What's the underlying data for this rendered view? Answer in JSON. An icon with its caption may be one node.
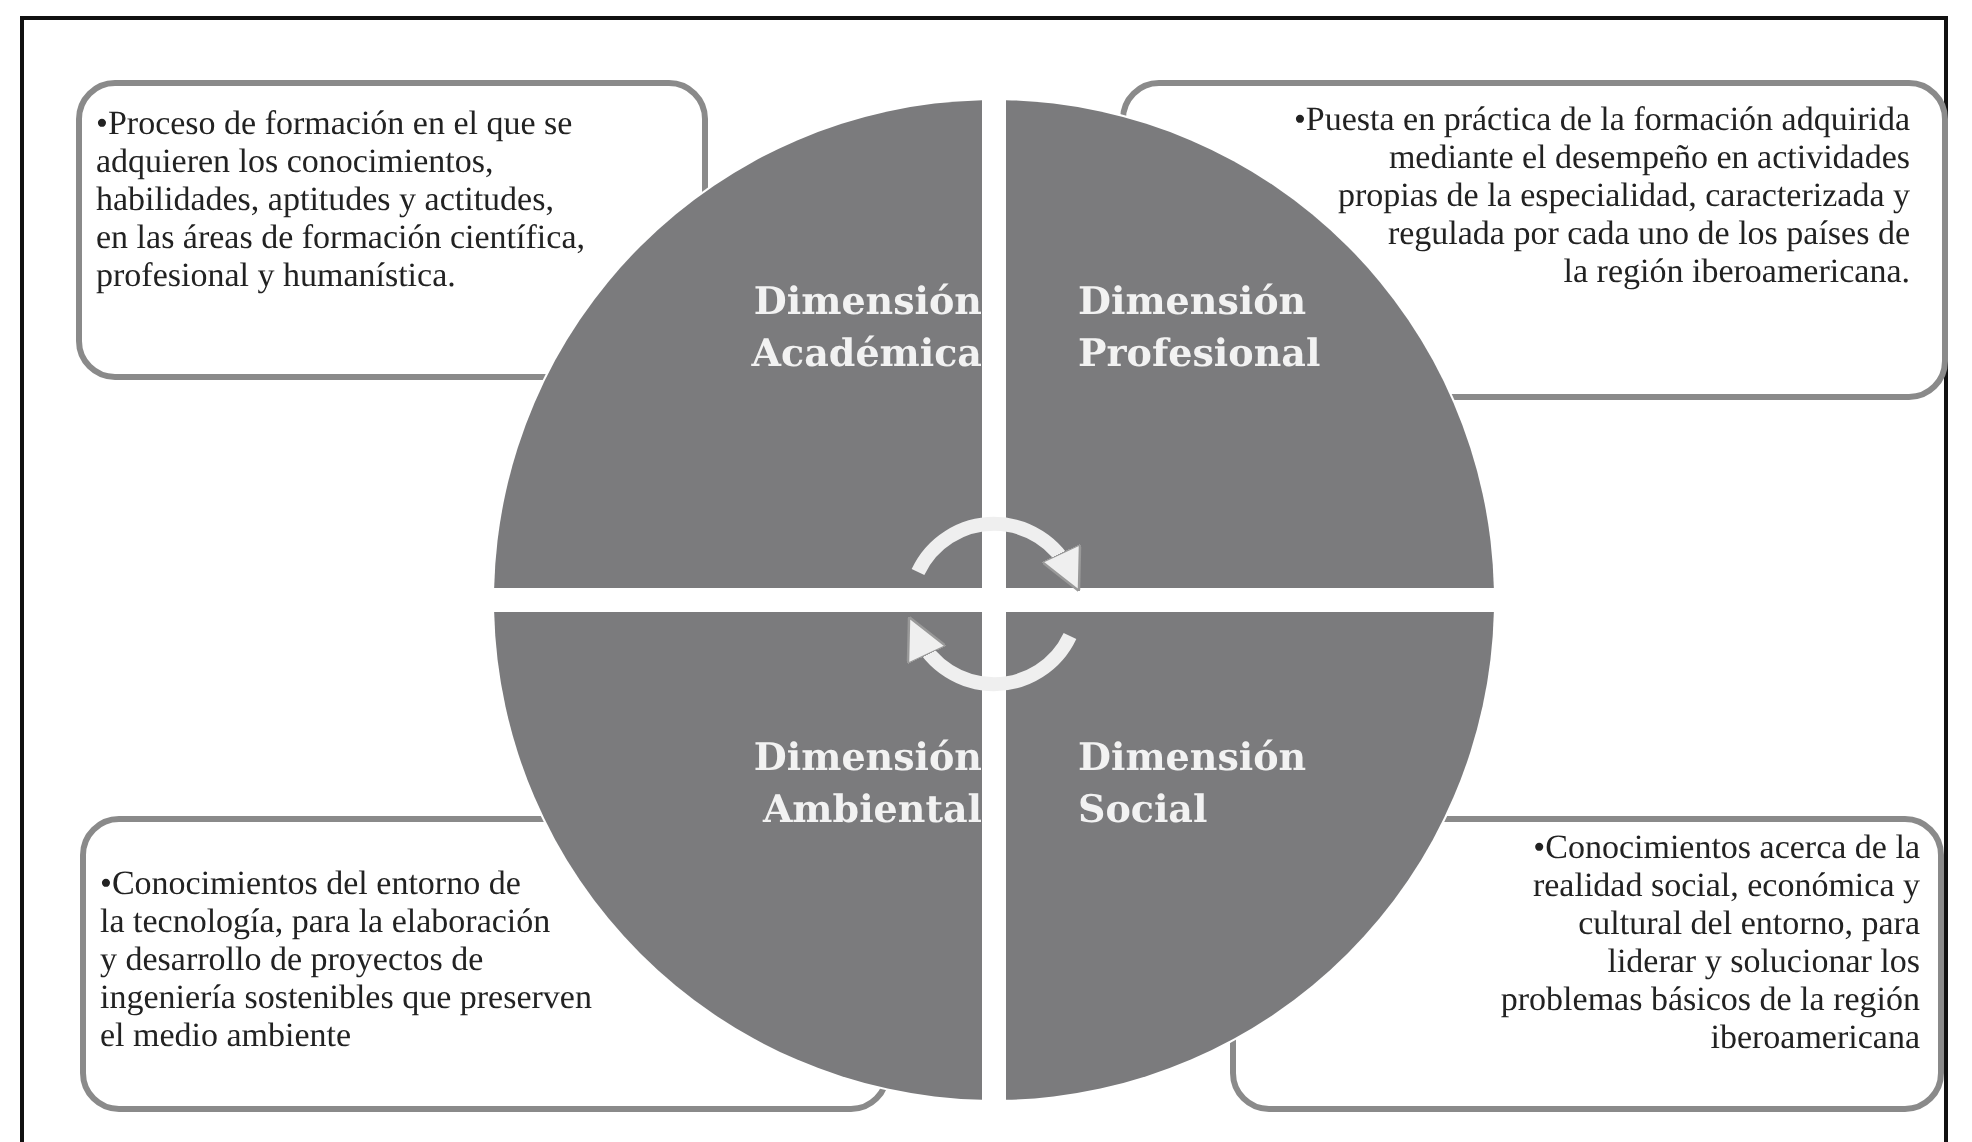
{
  "diagram": {
    "nodes": [
      {
        "text": [
          "Dimensión Académica"
        ]
      },
      {
        "text": [
          "Dimensión Profesional"
        ]
      },
      {
        "text": [
          "Dimensión Ambiental"
        ]
      },
      {
        "text": [
          "Dimensión Social"
        ]
      },
      {
        "text": [
          "•Proceso de formación en el que se adquieren los conocimientos, habilidades, aptitudes y actitudes, en las áreas de formación científica, profesional y humanística."
        ]
      },
      {
        "text": [
          "•Puesta en práctica de la formación adquirida mediante el desempeño en actividades propias de la especialidad, caracterizada y regulada por cada uno de los países de la región iberoamericana."
        ]
      },
      {
        "text": [
          "•Conocimientos del entorno de la tecnología, para la elaboración y desarrollo de proyectos de ingeniería sostenibles que preserven el medio ambiente"
        ]
      },
      {
        "text": [
          "•Conocimientos acerca de la realidad social, económica y cultural del entorno, para liderar y solucionar los problemas básicos de la región iberoamericana"
        ]
      }
    ],
    "edges": [
      {
        "from": 0,
        "to": 1,
        "arrow": "to"
      },
      {
        "from": 3,
        "to": 2,
        "arrow": "to"
      }
    ]
  }
}
